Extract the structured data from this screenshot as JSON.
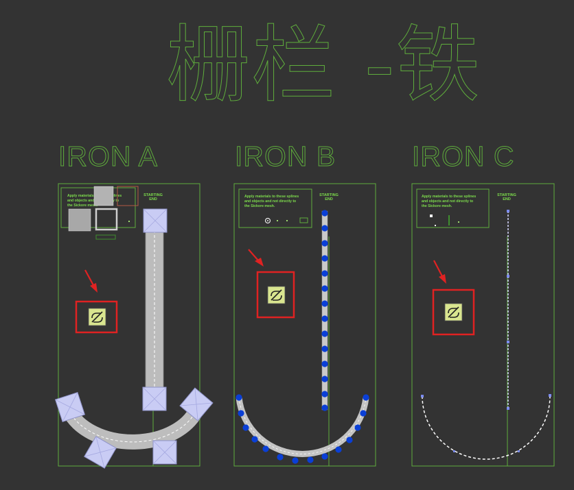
{
  "header": {
    "title": "栅栏 -铁"
  },
  "colors": {
    "background": "#333333",
    "outline": "#5fae3c",
    "highlight": "#e02222",
    "icon_bg": "#d9e58f",
    "rail": "#bfbfbf",
    "node": "#0a3fd6",
    "post": "#c9ccf4"
  },
  "panels": [
    {
      "title": "IRON A",
      "note": [
        "Apply materials to these splines",
        "and objects and not directly to",
        "the Sickore mesh."
      ],
      "start_label": "STARTING",
      "end_label": "END",
      "tool_icon": "spline-modifier-icon"
    },
    {
      "title": "IRON B",
      "note": [
        "Apply materials to these splines",
        "and objects and not directly to",
        "the Sickore mesh."
      ],
      "start_label": "STARTING",
      "end_label": "END",
      "tool_icon": "spline-modifier-icon"
    },
    {
      "title": "IRON C",
      "note": [
        "Apply materials to these splines",
        "and objects and not directly to",
        "the Sickore mesh."
      ],
      "start_label": "STARTING",
      "end_label": "END",
      "tool_icon": "spline-modifier-icon"
    }
  ]
}
